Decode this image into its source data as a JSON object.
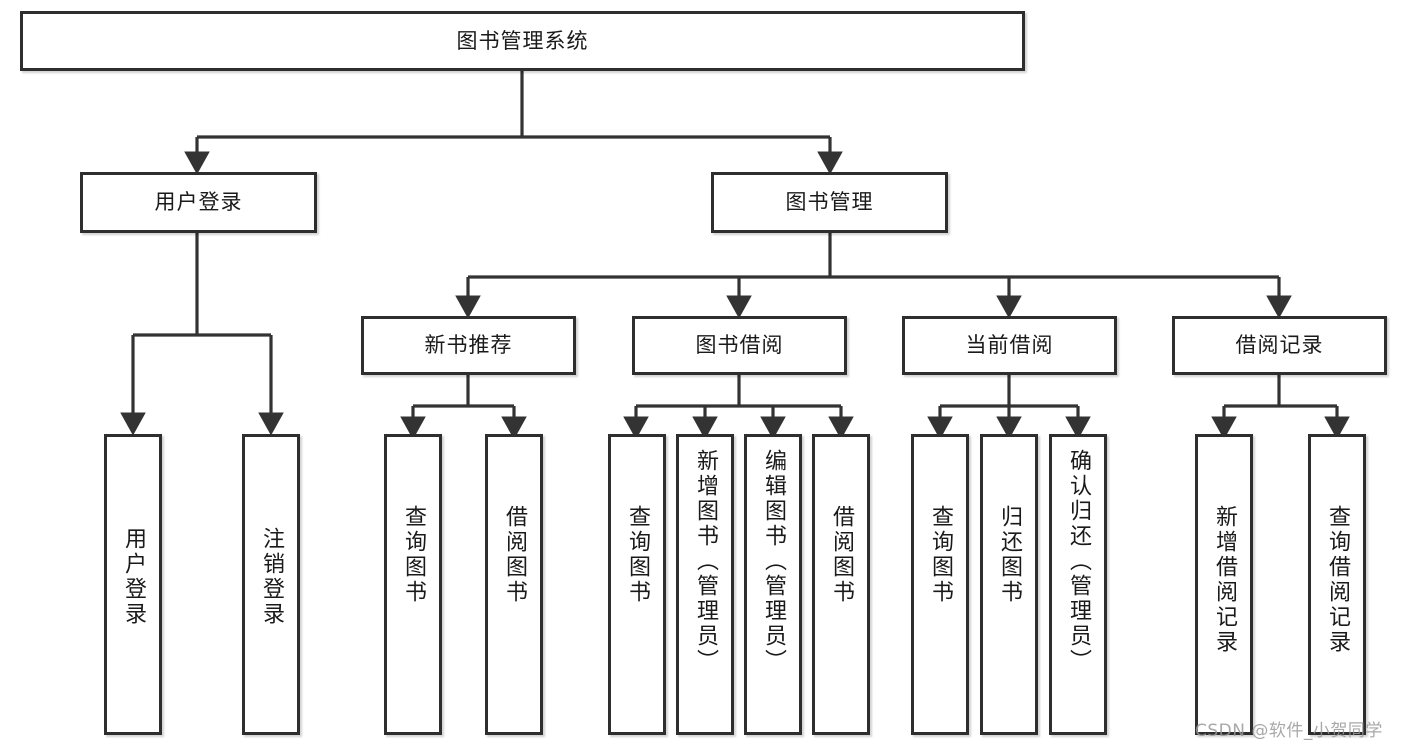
{
  "diagram": {
    "title": "图书管理系统",
    "type": "tree",
    "levels": 4,
    "colors": {
      "border": "#2e2e2e",
      "fill": "#ffffff",
      "text": "#1a1a1a",
      "connector": "#333333",
      "watermark": "#9a9a9a"
    },
    "root": {
      "label": "图书管理系统"
    },
    "level2": [
      {
        "label": "用户登录"
      },
      {
        "label": "图书管理"
      }
    ],
    "level3": [
      {
        "label": "新书推荐"
      },
      {
        "label": "图书借阅"
      },
      {
        "label": "当前借阅"
      },
      {
        "label": "借阅记录"
      }
    ],
    "leaves_user_login": [
      {
        "label": "用户登录"
      },
      {
        "label": "注销登录"
      }
    ],
    "leaves_new_book": [
      {
        "label": "查询图书"
      },
      {
        "label": "借阅图书"
      }
    ],
    "leaves_borrow": [
      {
        "label": "查询图书"
      },
      {
        "label": "新增图书（管理员）"
      },
      {
        "label": "编辑图书（管理员）"
      },
      {
        "label": "借阅图书"
      }
    ],
    "leaves_current": [
      {
        "label": "查询图书"
      },
      {
        "label": "归还图书"
      },
      {
        "label": "确认归还（管理员）"
      }
    ],
    "leaves_record": [
      {
        "label": "新增借阅记录"
      },
      {
        "label": "查询借阅记录"
      }
    ]
  },
  "watermark": {
    "text": "CSDN @软件_小贺同学"
  }
}
